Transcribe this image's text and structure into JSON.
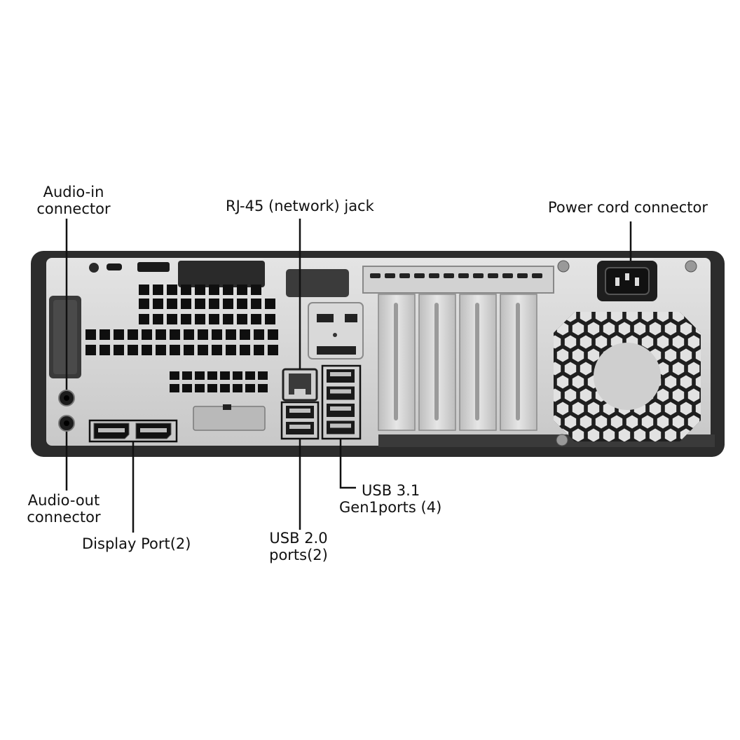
{
  "labels": {
    "audio_in": [
      "Audio-in",
      "connector"
    ],
    "rj45": "RJ-45 (network) jack",
    "power": "Power cord connector",
    "audio_out": [
      "Audio-out",
      "connector"
    ],
    "display_port": "Display Port(2)",
    "usb20": [
      "USB 2.0",
      "ports(2)"
    ],
    "usb31": [
      "USB 3.1",
      "Gen1ports (4)"
    ]
  },
  "port_counts": {
    "display_port": 2,
    "usb20": 2,
    "usb31": 4
  },
  "colors": {
    "chassis": "#2b2b2b",
    "panel": "#d6d6d6",
    "holes": "#0f0f0f",
    "line": "#111111"
  }
}
